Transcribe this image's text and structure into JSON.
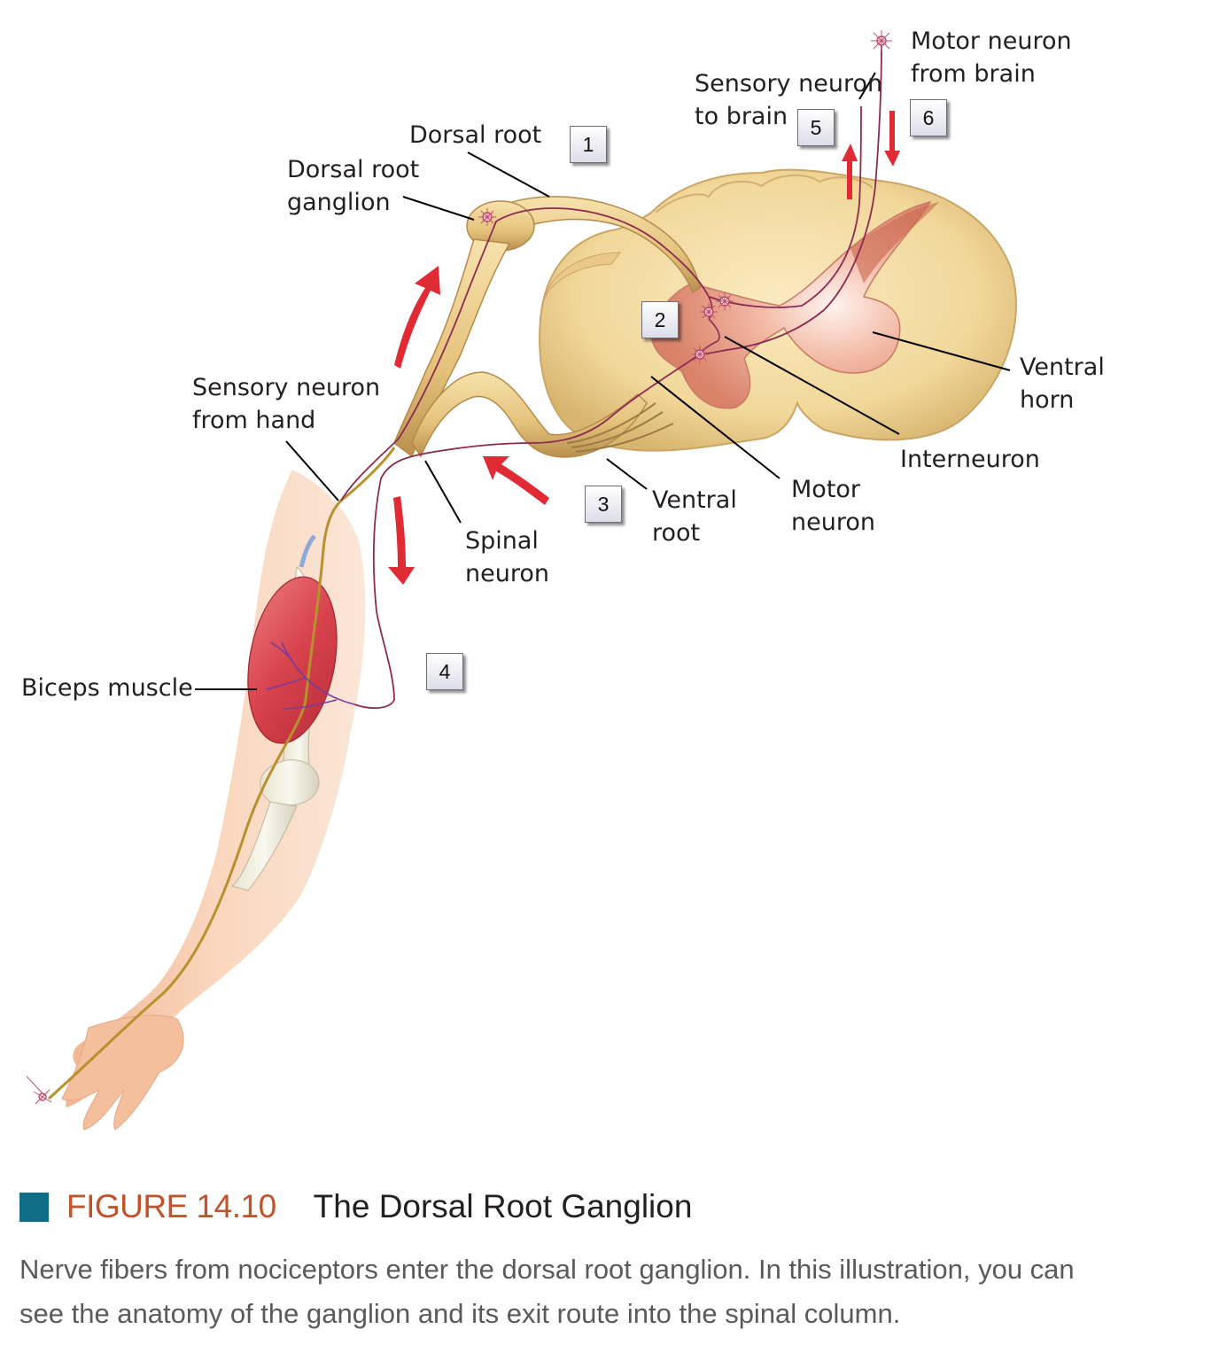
{
  "labels": {
    "dorsal_root": "Dorsal root",
    "dorsal_root_ganglion": "Dorsal root\nganglion",
    "sensory_neuron_to_brain": "Sensory neuron\nto brain",
    "motor_neuron_from_brain": "Motor neuron\nfrom brain",
    "sensory_neuron_from_hand": "Sensory neuron\nfrom hand",
    "spinal_neuron": "Spinal\nneuron",
    "ventral_root": "Ventral\nroot",
    "motor_neuron": "Motor\nneuron",
    "interneuron": "Interneuron",
    "ventral_horn": "Ventral\nhorn",
    "biceps_muscle": "Biceps muscle"
  },
  "steps": [
    "1",
    "2",
    "3",
    "4",
    "5",
    "6"
  ],
  "caption": {
    "figure_number": "FIGURE 14.10",
    "title": "The Dorsal Root Ganglion",
    "text": "Nerve fibers from nociceptors enter the dorsal root ganglion. In this illustration, you can see the anatomy of the ganglion and its exit route into the spinal column."
  },
  "colors": {
    "caption_accent": "#0f6d86",
    "figure_number": "#c0532a",
    "arrow": "#e02b34",
    "nerve": "#8c2a52"
  }
}
